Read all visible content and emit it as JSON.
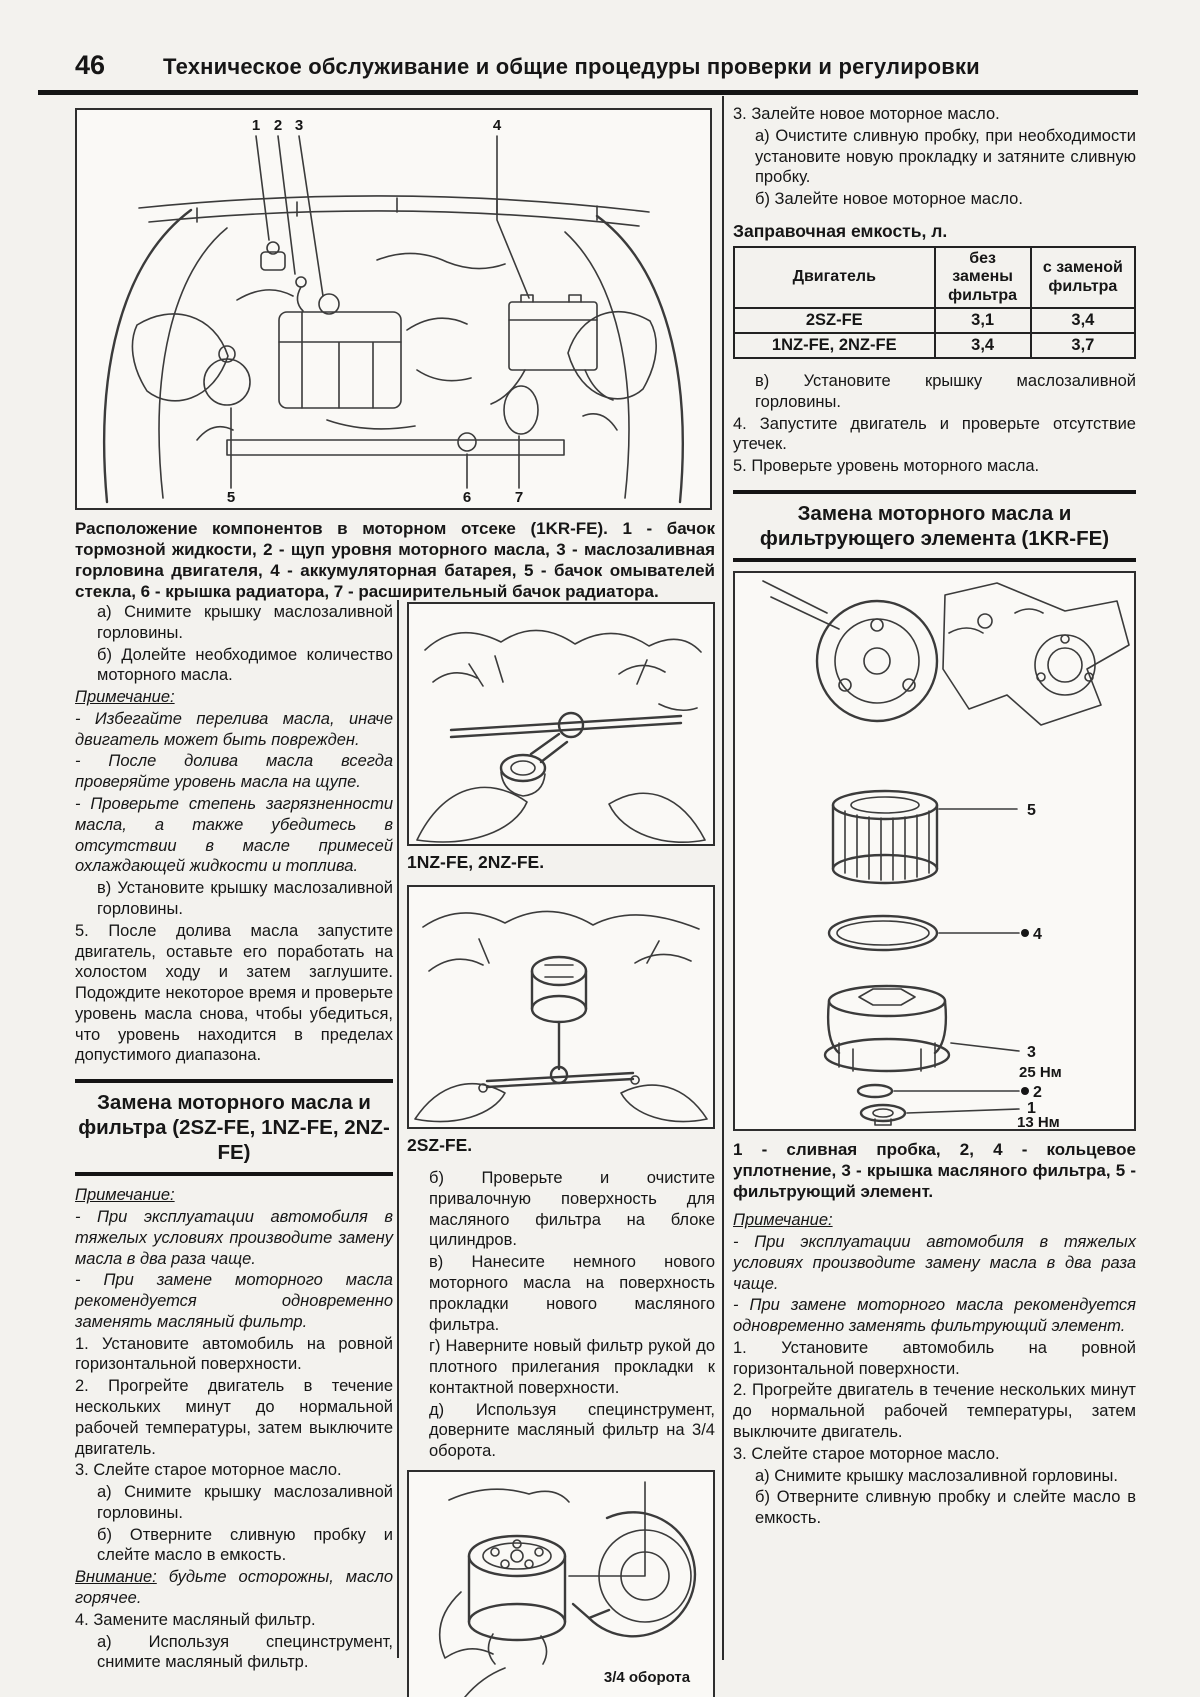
{
  "header": {
    "page_number": "46",
    "title": "Техническое обслуживание и общие процедуры проверки и регулировки"
  },
  "fig_engine_bay": {
    "callouts": [
      "1",
      "2",
      "3",
      "4",
      "5",
      "6",
      "7"
    ],
    "caption": "Расположение компонентов в моторном отсеке (1KR-FE). 1 - бачок тормозной жидкости, 2 - щуп уровня моторного масла, 3 - маслозаливная горловина двигателя, 4 - аккумуляторная батарея, 5 - бачок омывателей стекла, 6 - крышка радиатора, 7 - расширительный бачок радиатора."
  },
  "col_left": {
    "p1": "а) Снимите крышку маслозаливной горловины.",
    "p2": "б) Долейте необходимое количество моторного масла.",
    "note1_label": "Примечание:",
    "n1": "- Избегайте перелива масла, иначе двигатель может быть поврежден.",
    "n2": "- После долива масла всегда проверяйте уровень масла на щупе.",
    "n3": "- Проверьте степень загрязненности масла, а также убедитесь в отсутствии в масле примесей охлаждающей жидкости и топлива.",
    "p3": "в) Установите крышку маслозаливной горловины.",
    "p4": "5. После долива масла запустите двигатель, оставьте его поработать на холостом ходу и затем заглушите. Подождите некоторое время и проверьте уровень масла снова, чтобы убедиться, что уровень находится в пределах допустимого диапазона.",
    "heading": "Замена моторного масла и фильтра (2SZ-FE, 1NZ-FE, 2NZ-FE)",
    "note2_label": "Примечание:",
    "n4": "- При эксплуатации автомобиля в тяжелых условиях производите замену масла в два раза чаще.",
    "n5": "- При замене моторного масла рекомендуется одновременно заменять масляный фильтр.",
    "p5": "1. Установите автомобиль на ровной горизонтальной поверхности.",
    "p6": "2. Прогрейте двигатель в течение нескольких минут до нормальной рабочей температуры, затем выключите двигатель.",
    "p7": "3. Слейте старое моторное масло.",
    "p8": "а) Снимите крышку маслозаливной горловины.",
    "p9": "б) Отверните сливную пробку и слейте масло в емкость.",
    "warn_label": "Внимание:",
    "warn_text": " будьте осторожны, масло горячее.",
    "p10": "4. Замените масляный фильтр.",
    "p11": "а) Используя специнструмент, снимите масляный фильтр."
  },
  "col_mid": {
    "fig1_caption": "1NZ-FE, 2NZ-FE.",
    "fig2_caption": "2SZ-FE.",
    "p1": "б) Проверьте и очистите привалочную поверхность для масляного фильтра на блоке цилиндров.",
    "p2": "в) Нанесите немного нового моторного масла на поверхность прокладки нового масляного фильтра.",
    "p3": "г) Наверните новый фильтр рукой до плотного прилегания прокладки к контактной поверхности.",
    "p4": "д) Используя специнструмент, доверните масляный фильтр на 3/4 оборота.",
    "fig3_label": "3/4 оборота"
  },
  "col_right": {
    "p1": "3. Залейте новое моторное масло.",
    "p2": "а) Очистите сливную пробку, при необходимости установите новую прокладку и затяните сливную пробку.",
    "p3": "б) Залейте новое моторное масло.",
    "table_title": "Заправочная емкость, л.",
    "table": {
      "col_headers": [
        "Двигатель",
        "без замены фильтра",
        "с заменой фильтра"
      ],
      "rows": [
        [
          "2SZ-FE",
          "3,1",
          "3,4"
        ],
        [
          "1NZ-FE, 2NZ-FE",
          "3,4",
          "3,7"
        ]
      ]
    },
    "p4": "в) Установите крышку маслозаливной горловины.",
    "p5": "4. Запустите двигатель и проверьте отсутствие утечек.",
    "p6": "5. Проверьте уровень моторного масла.",
    "heading": "Замена моторного масла и фильтрующего элемента (1KR-FE)",
    "fig": {
      "c5": "5",
      "c4": "4",
      "c3": "3",
      "c3_torque": "25 Нм",
      "c2": "2",
      "c1": "1",
      "c1_torque": "13 Нм"
    },
    "fig_caption": "1 - сливная пробка, 2, 4 - кольцевое уплотнение, 3 - крышка масляного фильтра, 5 - фильтрующий элемент.",
    "note_label": "Примечание:",
    "n1": "- При эксплуатации автомобиля в тяжелых условиях производите замену масла в два раза чаще.",
    "n2": "- При замене моторного масла рекомендуется одновременно заменять фильтрующий элемент.",
    "p7": "1. Установите автомобиль на ровной горизонтальной поверхности.",
    "p8": "2. Прогрейте двигатель в течение нескольких минут до нормальной рабочей температуры, затем выключите двигатель.",
    "p9": "3. Слейте старое моторное масло.",
    "p10": "а) Снимите крышку маслозаливной горловины.",
    "p11": "б) Отверните сливную пробку и слейте масло в емкость."
  }
}
